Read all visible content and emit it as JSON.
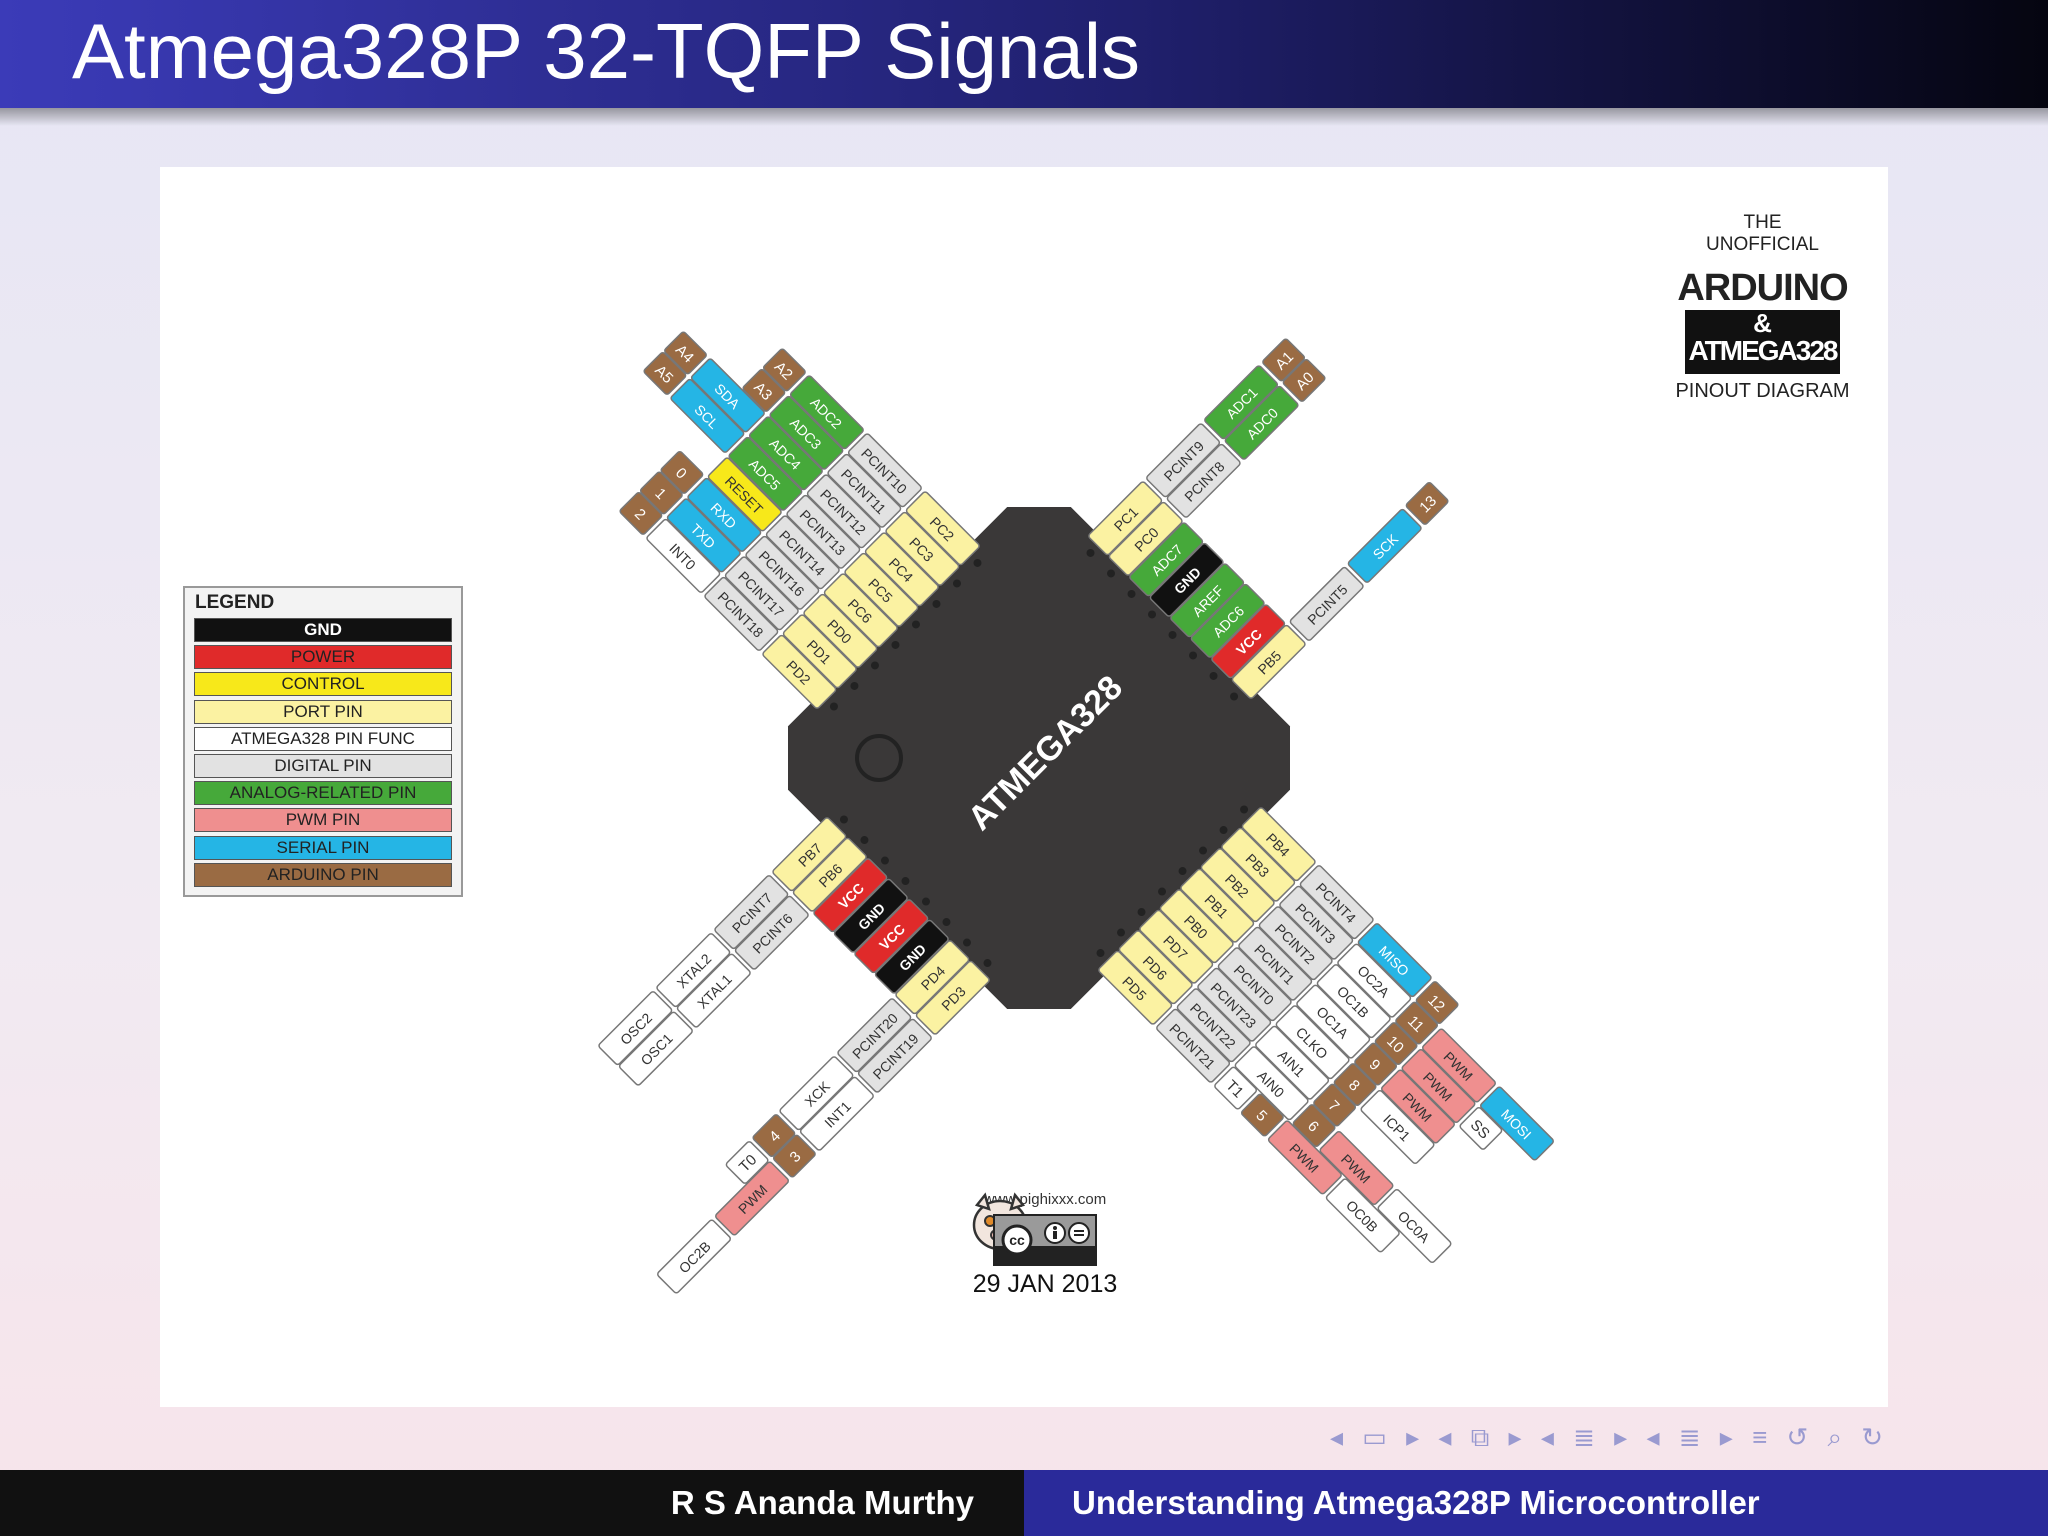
{
  "slide": {
    "title": "Atmega328P 32-TQFP Signals",
    "footer_author": "R S Ananda Murthy",
    "footer_topic": "Understanding Atmega328P Microcontroller",
    "nav_icons": [
      "prev-arrow",
      "frame-icon",
      "next-arrow",
      "prev-arrow",
      "subsection-icon",
      "next-arrow",
      "prev-arrow",
      "section-icon",
      "next-arrow",
      "prev-arrow",
      "section-icon",
      "next-arrow",
      "align-icon",
      "back-icon",
      "search-icon",
      "zoom-icon"
    ]
  },
  "diagram": {
    "chip_label": "ATMEGA328",
    "brand": {
      "line1": "THE",
      "line2": "UNOFFICIAL",
      "line3": "ARDUINO",
      "line4": "&",
      "line5": "ATMEGA328",
      "line6": "PINOUT DIAGRAM"
    },
    "website": "www.pighixxx.com",
    "date": "29 JAN 2013",
    "colors": {
      "gnd": "#111111",
      "power": "#e02a2a",
      "control": "#f7e81a",
      "port": "#fbf2a2",
      "func": "#ffffff",
      "digital": "#e2e2e2",
      "analog": "#46a93a",
      "pwm": "#ef8f8f",
      "serial": "#25b5e5",
      "arduino": "#9a6b43"
    },
    "legend": {
      "heading": "LEGEND",
      "items": [
        {
          "label": "GND",
          "type": "gnd"
        },
        {
          "label": "POWER",
          "type": "power"
        },
        {
          "label": "CONTROL",
          "type": "control"
        },
        {
          "label": "PORT PIN",
          "type": "port"
        },
        {
          "label": "ATMEGA328 PIN FUNC",
          "type": "func"
        },
        {
          "label": "DIGITAL PIN",
          "type": "digital"
        },
        {
          "label": "ANALOG-RELATED PIN",
          "type": "analog"
        },
        {
          "label": "PWM PIN",
          "type": "pwm"
        },
        {
          "label": "SERIAL PIN",
          "type": "serial"
        },
        {
          "label": "ARDUINO PIN",
          "type": "arduino"
        }
      ]
    },
    "pins": {
      "top_left": [
        [
          {
            "t": "PD2",
            "c": "port"
          },
          {
            "t": "PCINT18",
            "c": "digital"
          },
          {
            "t": "INT0",
            "c": "func"
          },
          {
            "t": "2",
            "c": "arduino"
          }
        ],
        [
          {
            "t": "PD1",
            "c": "port"
          },
          {
            "t": "PCINT17",
            "c": "digital"
          },
          {
            "t": "TXD",
            "c": "serial"
          },
          {
            "t": "1",
            "c": "arduino"
          }
        ],
        [
          {
            "t": "PD0",
            "c": "port"
          },
          {
            "t": "PCINT16",
            "c": "digital"
          },
          {
            "t": "RXD",
            "c": "serial"
          },
          {
            "t": "0",
            "c": "arduino"
          }
        ],
        [
          {
            "t": "PC6",
            "c": "port"
          },
          {
            "t": "PCINT14",
            "c": "digital"
          },
          {
            "t": "RESET",
            "c": "control"
          }
        ],
        [
          {
            "t": "PC5",
            "c": "port"
          },
          {
            "t": "PCINT13",
            "c": "digital"
          },
          {
            "t": "ADC5",
            "c": "analog"
          },
          {
            "t": "SCL",
            "c": "serial"
          },
          {
            "t": "A5",
            "c": "arduino"
          }
        ],
        [
          {
            "t": "PC4",
            "c": "port"
          },
          {
            "t": "PCINT12",
            "c": "digital"
          },
          {
            "t": "ADC4",
            "c": "analog"
          },
          {
            "t": "SDA",
            "c": "serial"
          },
          {
            "t": "A4",
            "c": "arduino"
          }
        ],
        [
          {
            "t": "PC3",
            "c": "port"
          },
          {
            "t": "PCINT11",
            "c": "digital"
          },
          {
            "t": "ADC3",
            "c": "analog"
          },
          {
            "t": "A3",
            "c": "arduino"
          }
        ],
        [
          {
            "t": "PC2",
            "c": "port"
          },
          {
            "t": "PCINT10",
            "c": "digital"
          },
          {
            "t": "ADC2",
            "c": "analog"
          },
          {
            "t": "A2",
            "c": "arduino"
          }
        ]
      ],
      "top_right": [
        [
          {
            "t": "PC1",
            "c": "port"
          },
          {
            "t": "PCINT9",
            "c": "digital"
          },
          {
            "t": "ADC1",
            "c": "analog"
          },
          {
            "t": "A1",
            "c": "arduino"
          }
        ],
        [
          {
            "t": "PC0",
            "c": "port"
          },
          {
            "t": "PCINT8",
            "c": "digital"
          },
          {
            "t": "ADC0",
            "c": "analog"
          },
          {
            "t": "A0",
            "c": "arduino"
          }
        ],
        [
          {
            "t": "ADC7",
            "c": "analog"
          }
        ],
        [
          {
            "t": "GND",
            "c": "gnd"
          }
        ],
        [
          {
            "t": "AREF",
            "c": "analog"
          }
        ],
        [
          {
            "t": "ADC6",
            "c": "analog"
          }
        ],
        [
          {
            "t": "VCC",
            "c": "power"
          }
        ],
        [
          {
            "t": "PB5",
            "c": "port"
          },
          {
            "t": "PCINT5",
            "c": "digital"
          },
          {
            "t": "SCK",
            "c": "serial"
          },
          {
            "t": "13",
            "c": "arduino"
          }
        ]
      ],
      "bottom_right": [
        [
          {
            "t": "PB4",
            "c": "port"
          },
          {
            "t": "PCINT4",
            "c": "digital"
          },
          {
            "t": "MISO",
            "c": "serial"
          },
          {
            "t": "12",
            "c": "arduino"
          }
        ],
        [
          {
            "t": "PB3",
            "c": "port"
          },
          {
            "t": "PCINT3",
            "c": "digital"
          },
          {
            "t": "OC2A",
            "c": "func"
          },
          {
            "t": "11",
            "c": "arduino"
          },
          {
            "t": "PWM",
            "c": "pwm"
          },
          {
            "t": "MOSI",
            "c": "serial"
          }
        ],
        [
          {
            "t": "PB2",
            "c": "port"
          },
          {
            "t": "PCINT2",
            "c": "digital"
          },
          {
            "t": "OC1B",
            "c": "func"
          },
          {
            "t": "10",
            "c": "arduino"
          },
          {
            "t": "PWM",
            "c": "pwm"
          },
          {
            "t": "SS",
            "c": "func"
          }
        ],
        [
          {
            "t": "PB1",
            "c": "port"
          },
          {
            "t": "PCINT1",
            "c": "digital"
          },
          {
            "t": "OC1A",
            "c": "func"
          },
          {
            "t": "9",
            "c": "arduino"
          },
          {
            "t": "PWM",
            "c": "pwm"
          }
        ],
        [
          {
            "t": "PB0",
            "c": "port"
          },
          {
            "t": "PCINT0",
            "c": "digital"
          },
          {
            "t": "CLKO",
            "c": "func"
          },
          {
            "t": "8",
            "c": "arduino"
          },
          {
            "t": "ICP1",
            "c": "func"
          }
        ],
        [
          {
            "t": "PD7",
            "c": "port"
          },
          {
            "t": "PCINT23",
            "c": "digital"
          },
          {
            "t": "AIN1",
            "c": "func"
          },
          {
            "t": "7",
            "c": "arduino"
          }
        ],
        [
          {
            "t": "PD6",
            "c": "port"
          },
          {
            "t": "PCINT22",
            "c": "digital"
          },
          {
            "t": "AIN0",
            "c": "func"
          },
          {
            "t": "6",
            "c": "arduino"
          },
          {
            "t": "PWM",
            "c": "pwm"
          },
          {
            "t": "OC0A",
            "c": "func"
          }
        ],
        [
          {
            "t": "PD5",
            "c": "port"
          },
          {
            "t": "PCINT21",
            "c": "digital"
          },
          {
            "t": "T1",
            "c": "func"
          },
          {
            "t": "5",
            "c": "arduino"
          },
          {
            "t": "PWM",
            "c": "pwm"
          },
          {
            "t": "OC0B",
            "c": "func"
          }
        ]
      ],
      "bottom_left": [
        [
          {
            "t": "PD3",
            "c": "port"
          },
          {
            "t": "PCINT19",
            "c": "digital"
          },
          {
            "t": "INT1",
            "c": "func"
          },
          {
            "t": "3",
            "c": "arduino"
          },
          {
            "t": "PWM",
            "c": "pwm"
          },
          {
            "t": "OC2B",
            "c": "func"
          }
        ],
        [
          {
            "t": "PD4",
            "c": "port"
          },
          {
            "t": "PCINT20",
            "c": "digital"
          },
          {
            "t": "XCK",
            "c": "func"
          },
          {
            "t": "4",
            "c": "arduino"
          },
          {
            "t": "T0",
            "c": "func"
          }
        ],
        [
          {
            "t": "GND",
            "c": "gnd"
          }
        ],
        [
          {
            "t": "VCC",
            "c": "power"
          }
        ],
        [
          {
            "t": "GND",
            "c": "gnd"
          }
        ],
        [
          {
            "t": "VCC",
            "c": "power"
          }
        ],
        [
          {
            "t": "PB6",
            "c": "port"
          },
          {
            "t": "PCINT6",
            "c": "digital"
          },
          {
            "t": "XTAL1",
            "c": "func"
          },
          {
            "t": "OSC1",
            "c": "func"
          }
        ],
        [
          {
            "t": "PB7",
            "c": "port"
          },
          {
            "t": "PCINT7",
            "c": "digital"
          },
          {
            "t": "XTAL2",
            "c": "func"
          },
          {
            "t": "OSC2",
            "c": "func"
          }
        ]
      ]
    }
  }
}
